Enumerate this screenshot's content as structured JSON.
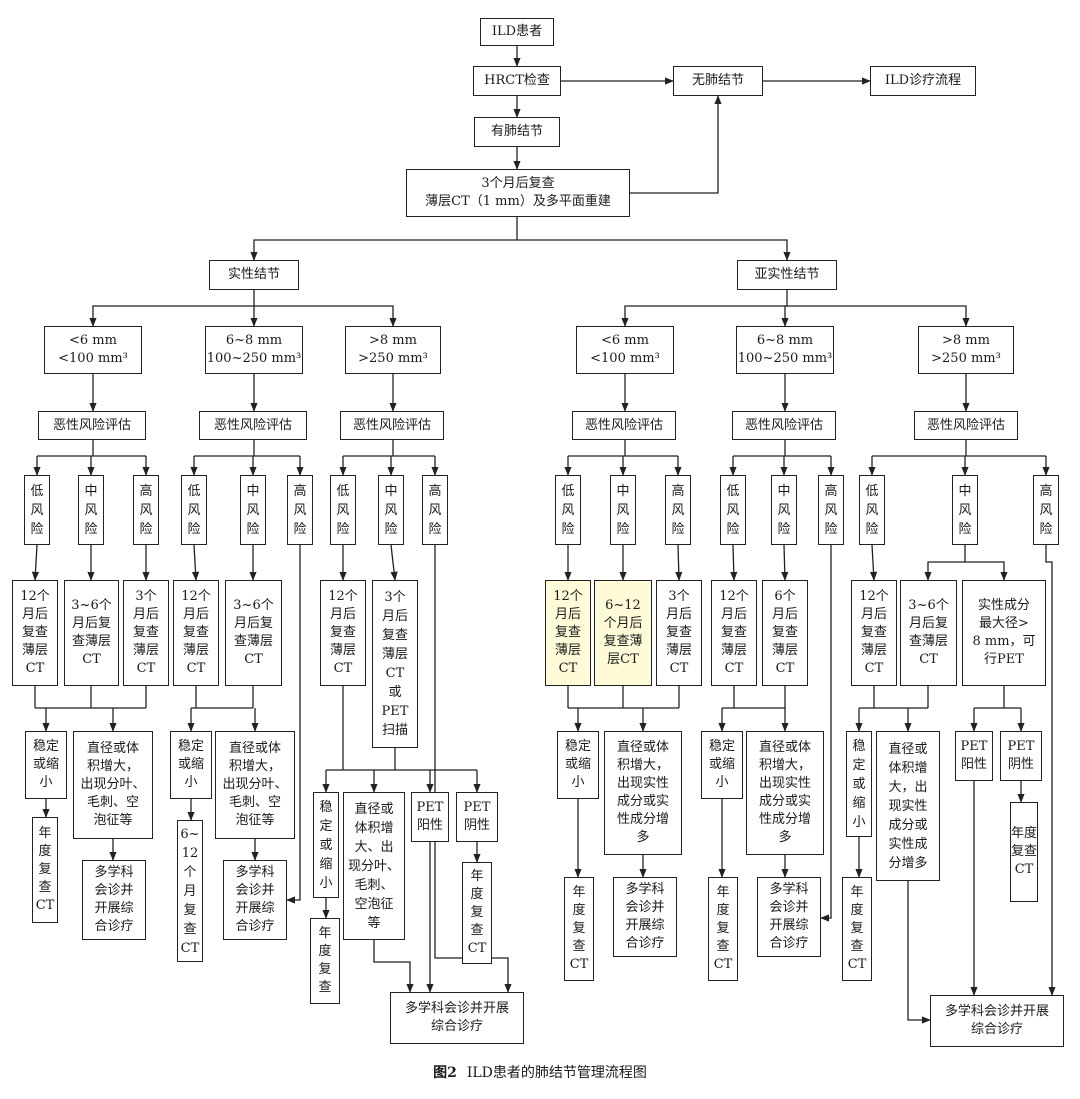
{
  "caption": {
    "figure": "图2",
    "text": "ILD患者的肺结节管理流程图"
  },
  "colors": {
    "line": "#222222",
    "highlight": "#fffbd9"
  },
  "nodes": {
    "ild_patient": "ILD患者",
    "hrct": "HRCT检查",
    "no_nodule": "无肺结节",
    "ild_process": "ILD诊疗流程",
    "has_nodule": "有肺结节",
    "followup_3m": "3个月后复查\n薄层CT（1 mm）及多平面重建",
    "solid": "实性结节",
    "subsolid": "亚实性结节",
    "s_size_small": "<6 mm\n<100 mm³",
    "s_size_mid": "6~8 mm\n100~250 mm³",
    "s_size_large": ">8 mm\n>250 mm³",
    "ss_size_small": "<6 mm\n<100 mm³",
    "ss_size_mid": "6~8 mm\n100~250 mm³",
    "ss_size_large": ">8 mm\n>250 mm³",
    "risk_eval": "恶性风险评估",
    "low": "低\n风\n险",
    "mid": "中\n风\n险",
    "high": "高\n风\n险",
    "ct_12m": "12个\n月后\n复查\n薄层\nCT",
    "ct_3_6m": "3~6个\n月后复\n查薄层\nCT",
    "ct_3m_4": "3个\n月后\n复查\n薄层\nCT",
    "ct_3m_pet": "3个\n月后\n复查\n薄层\nCT\n或\nPET\n扫描",
    "ct_6_12m": "6~12\n个月后\n复查薄\n层CT",
    "ct_6m": "6个\n月后\n复查\n薄层\nCT",
    "ct_3_6m_ss": "3~6个\n月后复\n查薄层\nCT",
    "solid_pet": "实性成分\n最大径>\n8 mm，可\n行PET",
    "stable_wrap": "稳定\n或缩\n小",
    "stable_col": "稳\n定\n或\n缩\n小",
    "grow_solid_a": "直径或体\n积增大，\n出现分叶、\n毛刺、空\n泡征等",
    "grow_solid_b": "直径或体\n积增大，\n出现分叶、\n毛刺、空\n泡征等",
    "grow_solid_c": "直径或\n体积增\n大、出\n现分叶、\n毛刺、\n空泡征\n等",
    "grow_ss_a": "直径或体\n积增大，\n出现实性\n成分或实\n性成分增\n多",
    "grow_ss_b": "直径或体\n积增大，\n出现实性\n成分或实\n性成分增\n多",
    "grow_ss_c": "直径或\n体积增\n大，出\n现实性\n成分或\n实性成\n分增多",
    "pet_pos": "PET\n阳性",
    "pet_neg": "PET\n阴性",
    "annual_4": "年\n度\n复\n查\nCT",
    "annual_a": "年度\n复查\nCT",
    "annual_3": "年\n度\n复\n查",
    "interval_6_12": "6~\n12\n个\n月\n复\n查\nCT",
    "mdt_small": "多学科\n会诊并\n开展综\n合诊疗",
    "mdt_wide": "多学科会诊并开展\n综合诊疗"
  }
}
